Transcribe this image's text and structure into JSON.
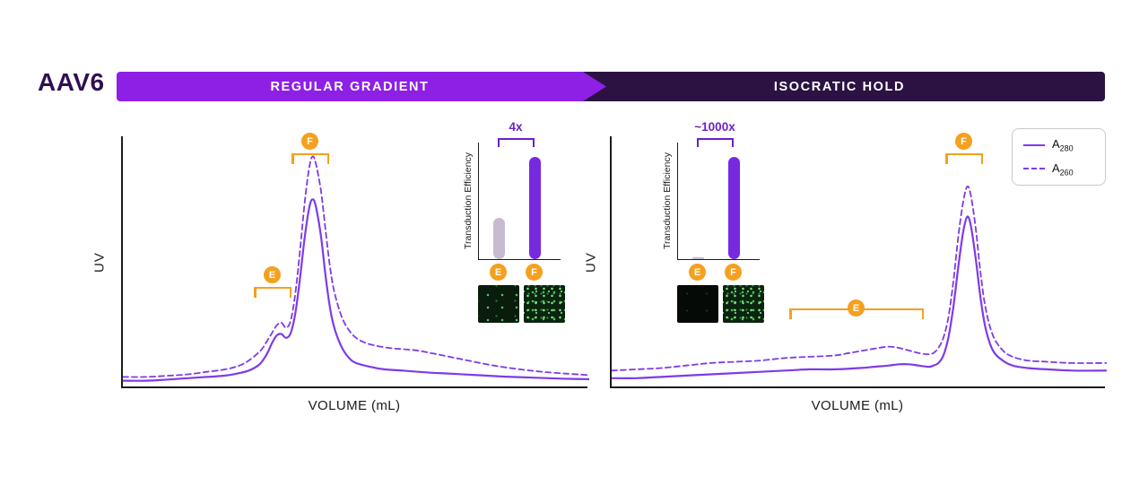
{
  "title": "AAV6",
  "banner": {
    "left": "REGULAR GRADIENT",
    "right": "ISOCRATIC HOLD"
  },
  "badges": {
    "e": "E",
    "f": "F"
  },
  "legend": {
    "items": [
      {
        "label": "A",
        "subscript": "280",
        "style": "solid"
      },
      {
        "label": "A",
        "subscript": "260",
        "style": "dashed"
      }
    ]
  },
  "colors": {
    "banner_purple": "#8E1FE4",
    "banner_dark": "#2C1243",
    "curve": "#7D3BE8",
    "orange": "#F5A01E",
    "bar_gray": "#C6BBD1",
    "bar_purple": "#7729E0",
    "annotation_purple": "#6B21C8"
  },
  "chart_data": [
    {
      "id": "left-chromatogram",
      "type": "line",
      "section": "REGULAR GRADIENT",
      "xlabel": "VOLUME (mL)",
      "ylabel": "UV",
      "axis_note": "axes unlabeled numerically; coordinates are percent of plot area",
      "series": [
        {
          "name": "A280",
          "line_style": "solid",
          "points": [
            [
              0,
              3
            ],
            [
              5,
              3
            ],
            [
              10,
              3.5
            ],
            [
              14,
              4
            ],
            [
              18,
              4.5
            ],
            [
              22,
              5
            ],
            [
              25,
              6
            ],
            [
              27,
              7
            ],
            [
              29,
              9
            ],
            [
              30,
              11
            ],
            [
              31,
              14
            ],
            [
              32,
              18
            ],
            [
              33,
              21
            ],
            [
              34,
              21.5
            ],
            [
              35,
              20
            ],
            [
              36,
              22
            ],
            [
              37,
              30
            ],
            [
              38,
              44
            ],
            [
              39,
              60
            ],
            [
              40,
              72
            ],
            [
              40.7,
              75
            ],
            [
              41.4,
              72
            ],
            [
              42.5,
              60
            ],
            [
              43.5,
              44
            ],
            [
              44.5,
              31
            ],
            [
              45.5,
              23
            ],
            [
              47,
              16
            ],
            [
              48.5,
              12
            ],
            [
              50,
              10
            ],
            [
              53,
              8.5
            ],
            [
              56,
              7.5
            ],
            [
              60,
              7
            ],
            [
              65,
              6.3
            ],
            [
              70,
              5.8
            ],
            [
              76,
              5.2
            ],
            [
              82,
              4.6
            ],
            [
              88,
              4.2
            ],
            [
              94,
              3.8
            ],
            [
              100,
              3.6
            ]
          ]
        },
        {
          "name": "A260",
          "line_style": "dashed",
          "points": [
            [
              0,
              4.5
            ],
            [
              5,
              4.5
            ],
            [
              10,
              5
            ],
            [
              14,
              5.5
            ],
            [
              18,
              6.5
            ],
            [
              22,
              7.5
            ],
            [
              25,
              9
            ],
            [
              27,
              11
            ],
            [
              29,
              14
            ],
            [
              30,
              16
            ],
            [
              31,
              19
            ],
            [
              32,
              22
            ],
            [
              33,
              25
            ],
            [
              34,
              26
            ],
            [
              35,
              24
            ],
            [
              36,
              27
            ],
            [
              37,
              38
            ],
            [
              38,
              55
            ],
            [
              39,
              74
            ],
            [
              40,
              88
            ],
            [
              40.7,
              92
            ],
            [
              41.4,
              89
            ],
            [
              42.5,
              78
            ],
            [
              43.5,
              62
            ],
            [
              44.5,
              47
            ],
            [
              45.5,
              37
            ],
            [
              47,
              28
            ],
            [
              48.5,
              23
            ],
            [
              50,
              20
            ],
            [
              52,
              18
            ],
            [
              54,
              17
            ],
            [
              57,
              16
            ],
            [
              60,
              15.5
            ],
            [
              63,
              15
            ],
            [
              66,
              14
            ],
            [
              70,
              12.5
            ],
            [
              74,
              11
            ],
            [
              78,
              9.5
            ],
            [
              82,
              8.3
            ],
            [
              86,
              7.3
            ],
            [
              90,
              6.5
            ],
            [
              95,
              5.8
            ],
            [
              100,
              5.2
            ]
          ]
        }
      ],
      "annotations": [
        {
          "label": "E",
          "type": "bracket",
          "x_range_pct": [
            28.5,
            36.5
          ]
        },
        {
          "label": "F",
          "type": "bracket",
          "x_range_pct": [
            36.5,
            44.6
          ]
        }
      ]
    },
    {
      "id": "left-transduction",
      "type": "bar",
      "ylabel": "Transduction Efficiency",
      "categories": [
        "E",
        "F"
      ],
      "values": [
        1,
        4
      ],
      "annotation": "4x",
      "bar_colors": [
        "#C6BBD1",
        "#7729E0"
      ],
      "bar_heights_pct": [
        40,
        100
      ],
      "micrographs": [
        {
          "for": "E",
          "appearance": "dim fluorescence, sparse green cells"
        },
        {
          "for": "F",
          "appearance": "bright fluorescence, dense green cells"
        }
      ]
    },
    {
      "id": "right-chromatogram",
      "type": "line",
      "section": "ISOCRATIC HOLD",
      "xlabel": "VOLUME (mL)",
      "ylabel": "UV",
      "axis_note": "axes unlabeled numerically; coordinates are percent of plot area",
      "series": [
        {
          "name": "A280",
          "line_style": "solid",
          "points": [
            [
              0,
              4
            ],
            [
              5,
              4
            ],
            [
              10,
              4.5
            ],
            [
              15,
              5
            ],
            [
              20,
              5.5
            ],
            [
              25,
              6
            ],
            [
              30,
              6.5
            ],
            [
              35,
              7
            ],
            [
              40,
              7.5
            ],
            [
              45,
              7.5
            ],
            [
              50,
              8
            ],
            [
              53,
              8.5
            ],
            [
              56,
              9
            ],
            [
              58,
              9.5
            ],
            [
              60,
              9.5
            ],
            [
              62,
              9
            ],
            [
              64,
              8.5
            ],
            [
              65,
              9
            ],
            [
              66,
              10
            ],
            [
              67,
              13
            ],
            [
              68,
              20
            ],
            [
              69,
              32
            ],
            [
              70,
              48
            ],
            [
              71,
              62
            ],
            [
              71.8,
              68
            ],
            [
              72.5,
              65
            ],
            [
              73.5,
              52
            ],
            [
              74.5,
              36
            ],
            [
              75.5,
              24
            ],
            [
              77,
              15
            ],
            [
              79,
              11
            ],
            [
              81,
              9
            ],
            [
              84,
              8
            ],
            [
              88,
              7.5
            ],
            [
              93,
              7
            ],
            [
              100,
              7
            ]
          ]
        },
        {
          "name": "A260",
          "line_style": "dashed",
          "points": [
            [
              0,
              7
            ],
            [
              5,
              7.5
            ],
            [
              10,
              8
            ],
            [
              15,
              9
            ],
            [
              20,
              10
            ],
            [
              25,
              10.5
            ],
            [
              30,
              11
            ],
            [
              35,
              12
            ],
            [
              40,
              12.5
            ],
            [
              45,
              13
            ],
            [
              48,
              14
            ],
            [
              51,
              15
            ],
            [
              54,
              16
            ],
            [
              56,
              16.5
            ],
            [
              58,
              16
            ],
            [
              60,
              15
            ],
            [
              62,
              14
            ],
            [
              64,
              13.5
            ],
            [
              65,
              14
            ],
            [
              66,
              16
            ],
            [
              67,
              20
            ],
            [
              68,
              28
            ],
            [
              69,
              42
            ],
            [
              70,
              60
            ],
            [
              71,
              74
            ],
            [
              71.8,
              80
            ],
            [
              72.5,
              77
            ],
            [
              73.5,
              64
            ],
            [
              74.5,
              46
            ],
            [
              75.5,
              32
            ],
            [
              77,
              21
            ],
            [
              79,
              15
            ],
            [
              81,
              12.5
            ],
            [
              84,
              11
            ],
            [
              88,
              10.5
            ],
            [
              93,
              10
            ],
            [
              100,
              10
            ]
          ]
        }
      ],
      "annotations": [
        {
          "label": "E",
          "type": "bracket",
          "x_range_pct": [
            36.2,
            63.4
          ]
        },
        {
          "label": "F",
          "type": "bracket",
          "x_range_pct": [
            67.7,
            75.4
          ]
        }
      ]
    },
    {
      "id": "right-transduction",
      "type": "bar",
      "ylabel": "Transduction Efficiency",
      "categories": [
        "E",
        "F"
      ],
      "values": [
        1,
        1000
      ],
      "annotation": "~1000x",
      "bar_colors": [
        "#C6BBD1",
        "#7729E0"
      ],
      "bar_heights_pct": [
        2,
        100
      ],
      "micrographs": [
        {
          "for": "E",
          "appearance": "near-black, no fluorescence"
        },
        {
          "for": "F",
          "appearance": "bright fluorescence, dense green cells"
        }
      ]
    }
  ]
}
